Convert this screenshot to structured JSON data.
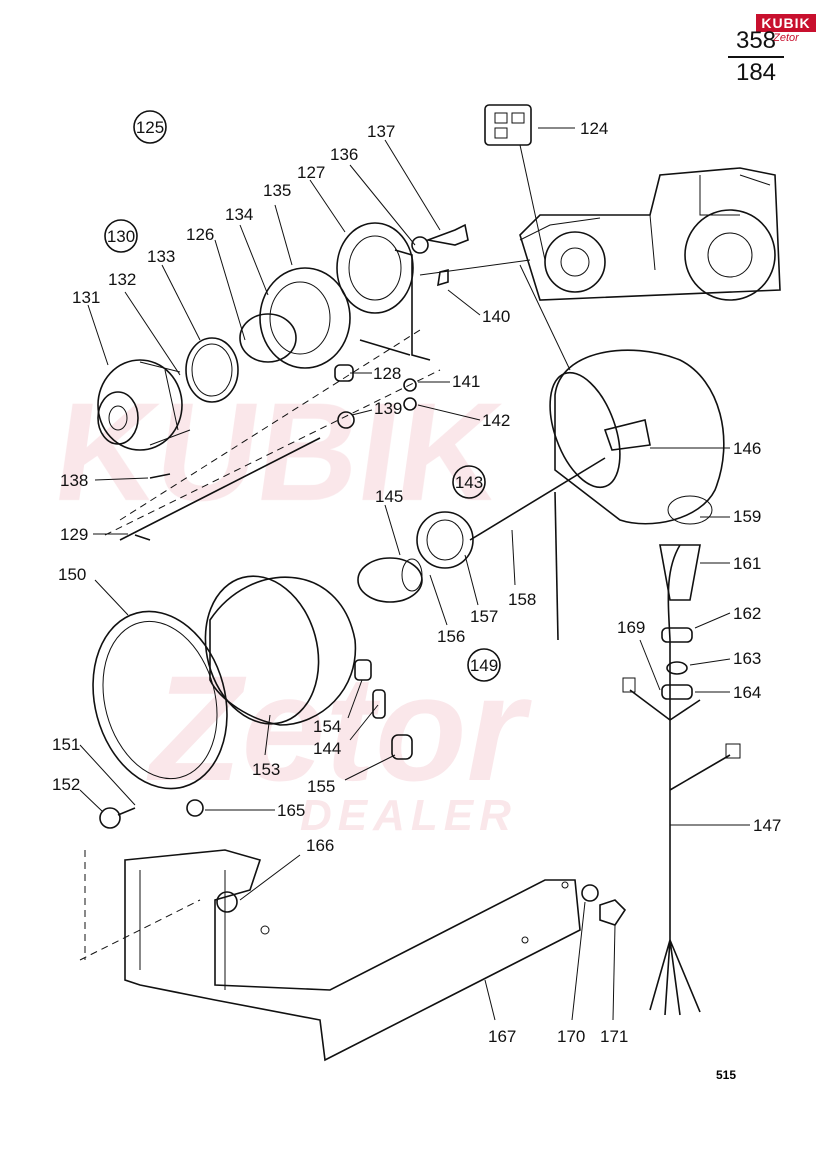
{
  "page": {
    "fraction_top": "358",
    "fraction_bottom": "184",
    "page_number": "515"
  },
  "watermark": {
    "brand": "KUBIK",
    "sub_brand": "Zetor",
    "dealer": "DEALER",
    "color": "#c8102e"
  },
  "circled_labels": [
    "125",
    "130",
    "143",
    "149"
  ],
  "part_labels": {
    "p124": "124",
    "p126": "126",
    "p127": "127",
    "p128": "128",
    "p129": "129",
    "p131": "131",
    "p132": "132",
    "p133": "133",
    "p134": "134",
    "p135": "135",
    "p136": "136",
    "p137": "137",
    "p138": "138",
    "p139": "139",
    "p140": "140",
    "p141": "141",
    "p142": "142",
    "p144": "144",
    "p145": "145",
    "p146": "146",
    "p147": "147",
    "p150": "150",
    "p151": "151",
    "p152": "152",
    "p153": "153",
    "p154": "154",
    "p155": "155",
    "p156": "156",
    "p157": "157",
    "p158": "158",
    "p159": "159",
    "p161": "161",
    "p162": "162",
    "p163": "163",
    "p164": "164",
    "p165": "165",
    "p166": "166",
    "p167": "167",
    "p169": "169",
    "p170": "170",
    "p171": "171"
  }
}
